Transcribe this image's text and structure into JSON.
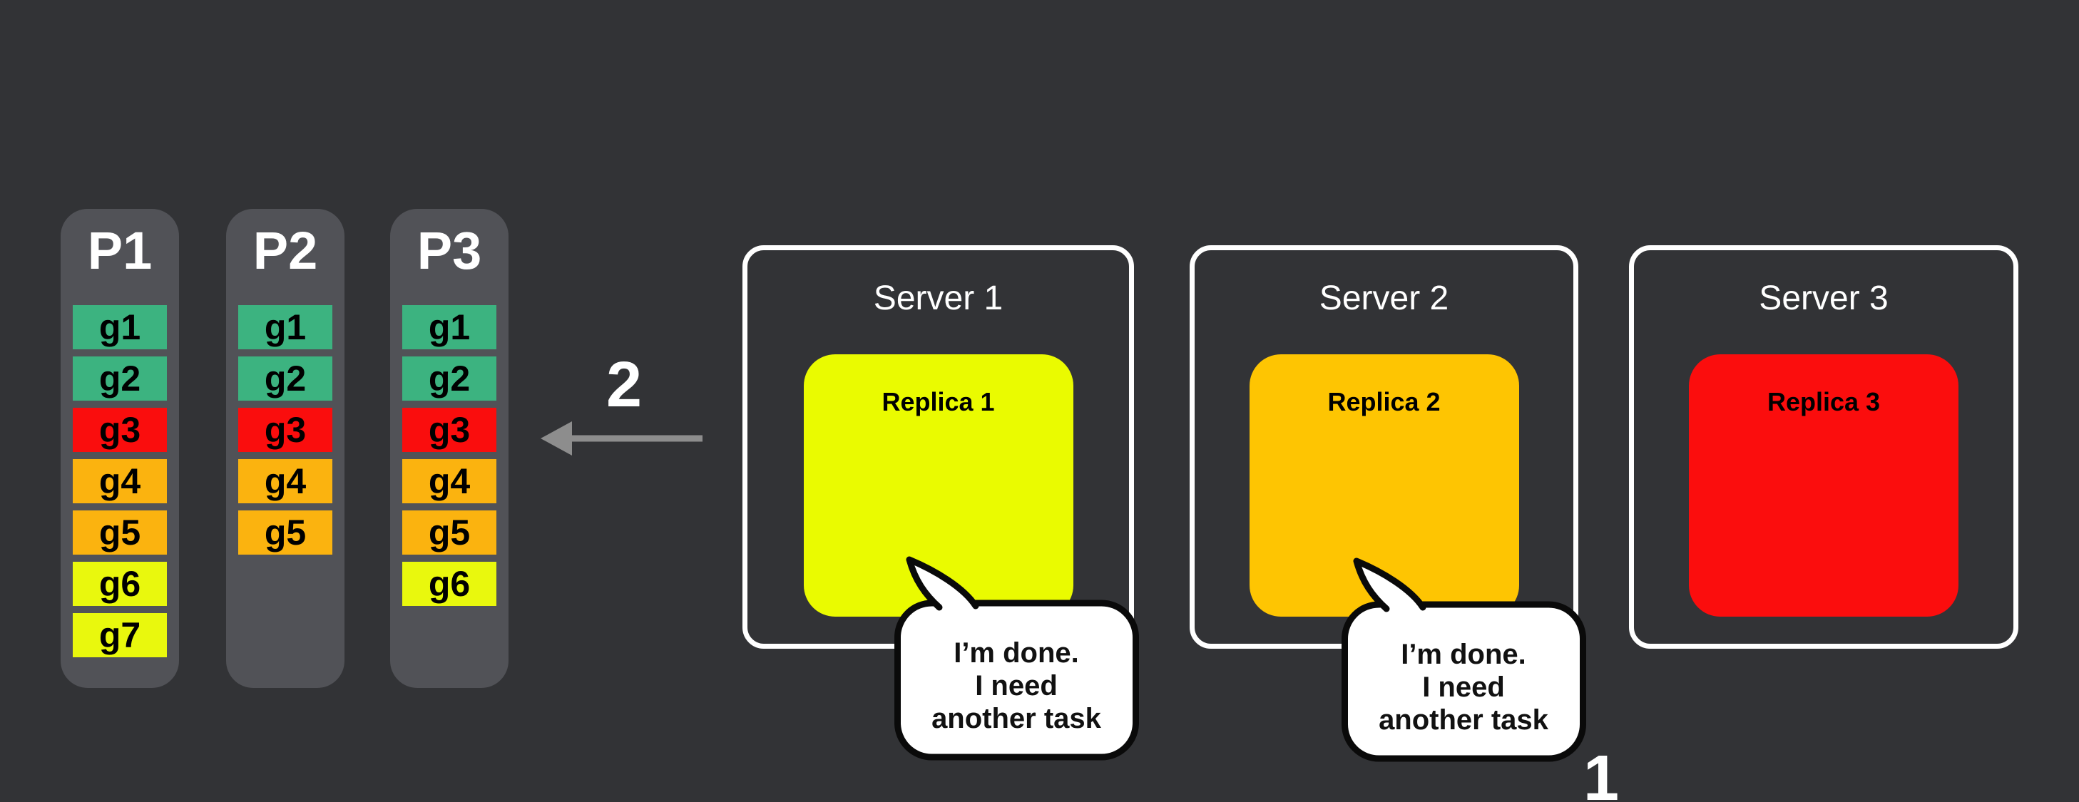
{
  "canvas": {
    "background": "#323336",
    "column_background": "#515257"
  },
  "partitions": [
    {
      "label": "P1",
      "tasks": [
        {
          "id": "g1",
          "color": "#3CB380"
        },
        {
          "id": "g2",
          "color": "#3CB380"
        },
        {
          "id": "g3",
          "color": "#FA0D0D"
        },
        {
          "id": "g4",
          "color": "#FBB30F"
        },
        {
          "id": "g5",
          "color": "#FBB30F"
        },
        {
          "id": "g6",
          "color": "#E9F80D"
        },
        {
          "id": "g7",
          "color": "#E9F80D"
        }
      ]
    },
    {
      "label": "P2",
      "tasks": [
        {
          "id": "g1",
          "color": "#3CB380"
        },
        {
          "id": "g2",
          "color": "#3CB380"
        },
        {
          "id": "g3",
          "color": "#FA0D0D"
        },
        {
          "id": "g4",
          "color": "#FBB30F"
        },
        {
          "id": "g5",
          "color": "#FBB30F"
        }
      ]
    },
    {
      "label": "P3",
      "tasks": [
        {
          "id": "g1",
          "color": "#3CB380"
        },
        {
          "id": "g2",
          "color": "#3CB380"
        },
        {
          "id": "g3",
          "color": "#FA0D0D"
        },
        {
          "id": "g4",
          "color": "#FBB30F"
        },
        {
          "id": "g5",
          "color": "#FBB30F"
        },
        {
          "id": "g6",
          "color": "#E9F80D"
        }
      ]
    }
  ],
  "servers": [
    {
      "label": "Server 1",
      "replica": {
        "label": "Replica 1",
        "color": "#EAFB00"
      },
      "bubble": {
        "lines": [
          "I’m done.",
          "I need",
          "another task"
        ]
      }
    },
    {
      "label": "Server 2",
      "replica": {
        "label": "Replica 2",
        "color": "#FEC502"
      },
      "bubble": {
        "lines": [
          "I’m done.",
          "I need",
          "another task"
        ]
      }
    },
    {
      "label": "Server 3",
      "replica": {
        "label": "Replica 3",
        "color": "#FB0D0D"
      }
    }
  ],
  "annotations": {
    "step_1_label": "1",
    "step_2_label": "2",
    "arrow": {
      "color": "#8D8D8D",
      "direction": "left"
    }
  }
}
